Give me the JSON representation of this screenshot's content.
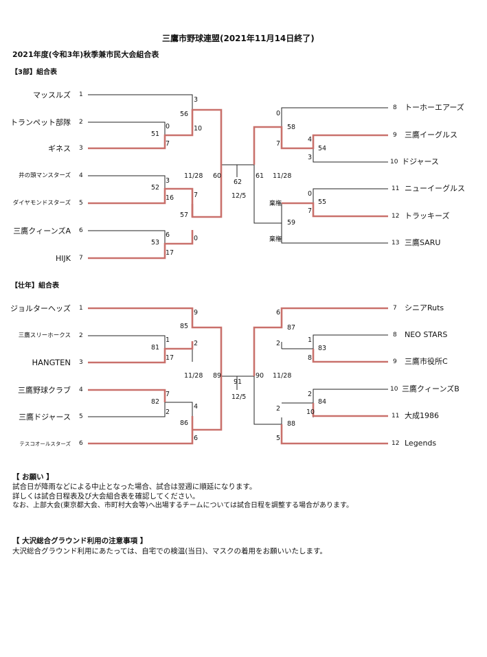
{
  "header": {
    "title": "三鷹市野球連盟(2021年11月14日終了)",
    "subtitle": "2021年度(令和3年)秋季兼市民大会組合表"
  },
  "div3": {
    "label": "【3部】組合表",
    "left_teams": [
      {
        "no": "1",
        "name": "マッスルズ"
      },
      {
        "no": "2",
        "name": "トランペット部隊"
      },
      {
        "no": "3",
        "name": "ギネス"
      },
      {
        "no": "4",
        "name": "井の頭マンスターズ"
      },
      {
        "no": "5",
        "name": "ダイヤモンドスターズ"
      },
      {
        "no": "6",
        "name": "三鷹クィーンズA"
      },
      {
        "no": "7",
        "name": "HIJK"
      }
    ],
    "right_teams": [
      {
        "no": "8",
        "name": "トーホーエアーズ"
      },
      {
        "no": "9",
        "name": "三鷹イーグルス"
      },
      {
        "no": "10",
        "name": "ドジャース"
      },
      {
        "no": "11",
        "name": "ニューイーグルス"
      },
      {
        "no": "12",
        "name": "トラッキーズ"
      },
      {
        "no": "13",
        "name": "三鷹SARU"
      }
    ],
    "game_numbers": {
      "g51": "51",
      "g52": "52",
      "g53": "53",
      "g56": "56",
      "g57": "57",
      "g60": "60",
      "g62": "62",
      "g61": "61",
      "g58": "58",
      "g54": "54",
      "g55": "55",
      "g59": "59"
    },
    "scores": {
      "s51a": "0",
      "s51b": "7",
      "s52a": "3",
      "s52b": "16",
      "s53a": "6",
      "s53b": "17",
      "s56a": "3",
      "s56b": "10",
      "s57a": "7",
      "s57b": "0",
      "s58a": "0",
      "s58b": "7",
      "s54a": "4",
      "s54b": "3",
      "s55a": "0",
      "s55b": "7",
      "s59a": "棄権",
      "s59b": "棄権"
    },
    "date_left": "11/28",
    "date_right": "11/28",
    "final_date": "12/5"
  },
  "senior": {
    "label": "【壮年】組合表",
    "left_teams": [
      {
        "no": "1",
        "name": "ジョルターヘッズ"
      },
      {
        "no": "2",
        "name": "三鷹スリーホークス"
      },
      {
        "no": "3",
        "name": "HANGTEN"
      },
      {
        "no": "4",
        "name": "三鷹野球クラブ"
      },
      {
        "no": "5",
        "name": "三鷹ドジャース"
      },
      {
        "no": "6",
        "name": "テスコオールスターズ"
      }
    ],
    "right_teams": [
      {
        "no": "7",
        "name": "シニアRuts"
      },
      {
        "no": "8",
        "name": "NEO STARS"
      },
      {
        "no": "9",
        "name": "三鷹市役所C"
      },
      {
        "no": "10",
        "name": "三鷹クィーンズB"
      },
      {
        "no": "11",
        "name": "大成1986"
      },
      {
        "no": "12",
        "name": "Legends"
      }
    ],
    "game_numbers": {
      "g81": "81",
      "g82": "82",
      "g85": "85",
      "g86": "86",
      "g89": "89",
      "g91": "91",
      "g90": "90",
      "g87": "87",
      "g83": "83",
      "g84": "84",
      "g88": "88"
    },
    "scores": {
      "s81a": "1",
      "s81b": "17",
      "s82a": "7",
      "s82b": "2",
      "s85a": "9",
      "s85b": "2",
      "s86a": "4",
      "s86b": "6",
      "s87a": "6",
      "s87b": "2",
      "s83a": "1",
      "s83b": "8",
      "s84a": "2",
      "s84b": "10",
      "s88a": "2",
      "s88b": "5"
    },
    "date_left": "11/28",
    "date_right": "11/28",
    "final_date": "12/5"
  },
  "notes": {
    "request_heading": "【 お願い 】",
    "request_lines": [
      "試合日が降雨などによる中止となった場合、試合は翌週に順延になります。",
      "詳しくは試合日程表及び大会組合表を確認してください。",
      "なお、上部大会(東京都大会、市町村大会等)へ出場するチームについては試合日程を調整する場合があります。"
    ],
    "ground_heading": "【 大沢総合グラウンド利用の注意事項 】",
    "ground_lines": [
      "大沢総合グラウンド利用にあたっては、自宅での検温(当日)、マスクの着用をお願いいたします。"
    ]
  }
}
